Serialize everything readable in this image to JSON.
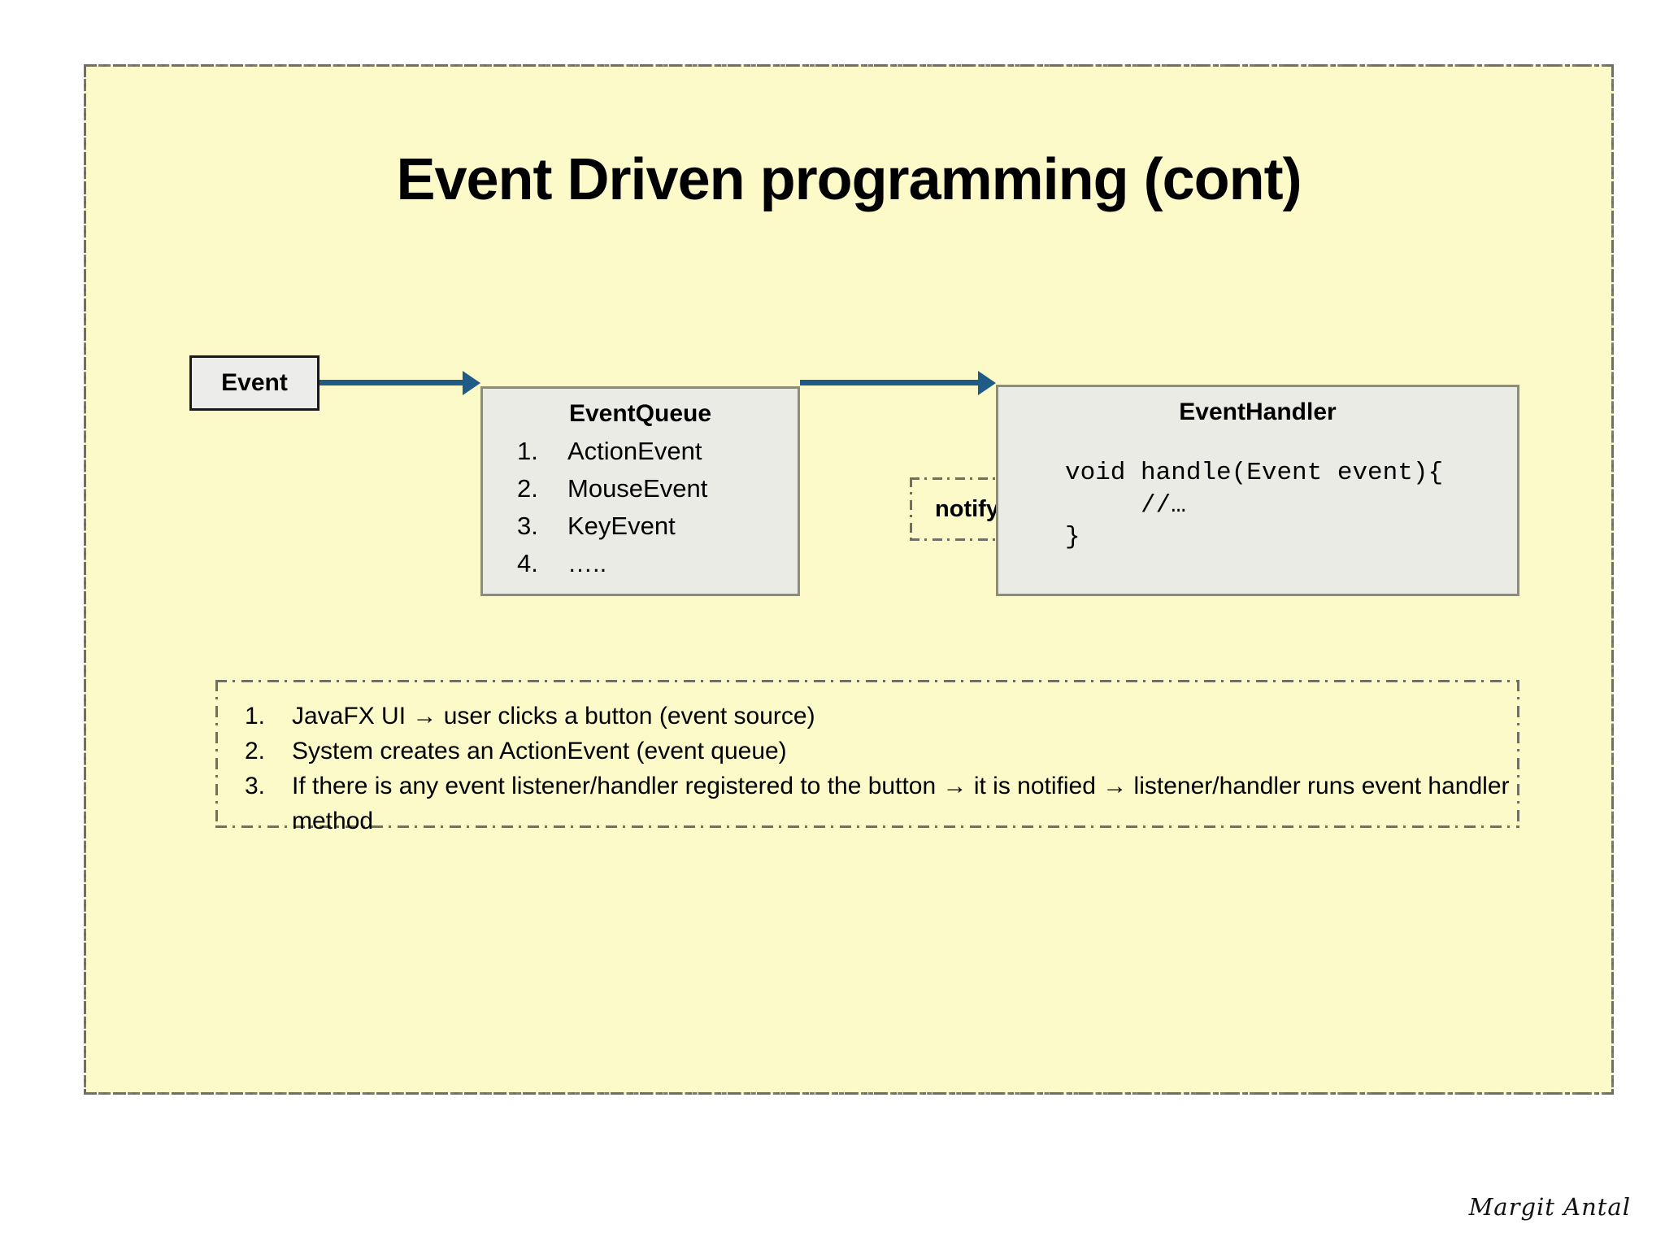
{
  "slide": {
    "title": "Event Driven programming (cont)",
    "background_color": "#fbfac8",
    "border_color": "#6f6f63"
  },
  "diagram": {
    "event_box": {
      "label": "Event",
      "fill": "#ececea",
      "border": "#1a1a1a"
    },
    "arrow_color": "#1f5b86",
    "event_queue": {
      "title": "EventQueue",
      "items": [
        {
          "num": "1.",
          "label": "ActionEvent"
        },
        {
          "num": "2.",
          "label": "MouseEvent"
        },
        {
          "num": "3.",
          "label": "KeyEvent"
        },
        {
          "num": "4.",
          "label": "….."
        }
      ],
      "fill": "#ebebe6",
      "border": "#8c8c7c"
    },
    "notify_label": "notify",
    "event_handler": {
      "title": "EventHandler",
      "code": "void handle(Event event){\n     //…\n}",
      "fill": "#ebebe6",
      "border": "#8c8c7c"
    }
  },
  "steps": {
    "items": [
      {
        "num": "1.",
        "text": "JavaFX UI → user clicks a button (event source)"
      },
      {
        "num": "2.",
        "text": "System creates an ActionEvent (event queue)"
      },
      {
        "num": "3.",
        "text": "If there is any event listener/handler registered to the button →  it is notified → listener/handler  runs event handler method"
      }
    ]
  },
  "footer": {
    "signature": "Margit Antal"
  }
}
